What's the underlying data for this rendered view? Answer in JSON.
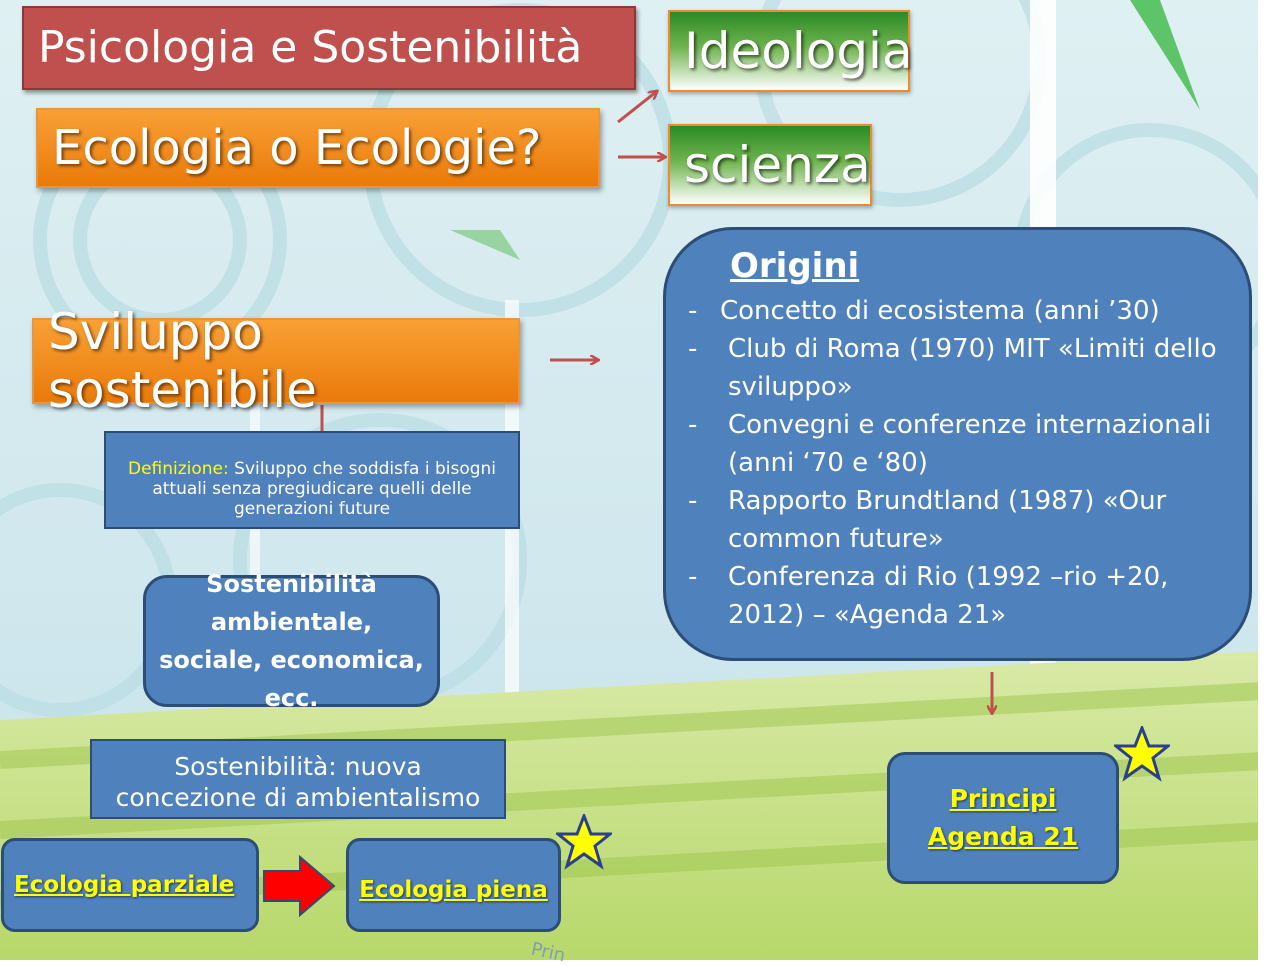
{
  "slide": {
    "title": "Psicologia e Sostenibilità",
    "ecologia_question": "Ecologia o Ecologie?",
    "ideologia": "Ideologia",
    "scienza": "scienza",
    "sviluppo": "Sviluppo sostenibile",
    "definizione_label": "Definizione:",
    "definizione_text": " Sviluppo  che soddisfa i bisogni attuali senza pregiudicare quelli delle generazioni future",
    "sostenibilita_dimensioni": "Sostenibilità ambientale, sociale, economica, ecc.",
    "sostenibilita_nuova": "Sostenibilità: nuova concezione di ambientalismo",
    "ecologia_parziale": "Ecologia parziale",
    "ecologia_piena": "Ecologia piena",
    "origini_title": "Origini",
    "origini_items": [
      "Concetto di ecosistema (anni ’30)",
      "Club di Roma (1970) MIT «Limiti dello sviluppo»",
      "Convegni e conferenze internazionali (anni ‘70 e ‘80)",
      "Rapporto Brundtland (1987) «Our common future»",
      "Conferenza di Rio (1992 –rio +20, 2012) – «Agenda 21»"
    ],
    "principi_line1": "Principi",
    "principi_line2": "Agenda 21",
    "dash": "-",
    "footer_fragment": "Prin"
  },
  "colors": {
    "title_red": "#c0504d",
    "orange": "#f7941d",
    "green": "#3a8f2e",
    "blue": "#4f81bd",
    "dark_red_arrow": "#c0504d",
    "yellow_link": "#ffff00",
    "star_yellow": "#ffff00",
    "star_blue": "#2a3f8f"
  },
  "icons": [
    "arrow-icon",
    "star-icon",
    "block-arrow-icon"
  ]
}
